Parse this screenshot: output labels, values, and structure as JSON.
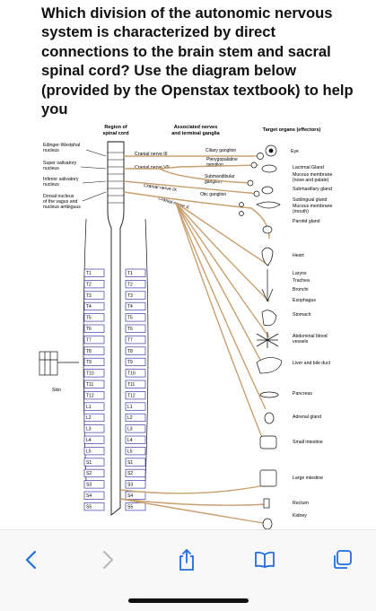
{
  "question": {
    "text": "Which division of the autonomic nervous system is characterized by direct connections to the brain stem and sacral spinal cord? Use the diagram below (provided by the Openstax textbook) to help you"
  },
  "diagram": {
    "headers": {
      "region": [
        "Region of",
        "spinal cord"
      ],
      "nerves": [
        "Associated nerves",
        "and terminal ganglia"
      ],
      "targets": "Target organs (effectors)"
    },
    "nuclei": {
      "edinger": [
        "Edinger-Westphal",
        "nucleus"
      ],
      "superior_salivatory": [
        "Super salivatory",
        "nucleus"
      ],
      "inferior_salivatory": [
        "Inferior salivatory",
        "nucleus"
      ],
      "dorsal": [
        "Dorsal nucleus",
        "of the vagus and",
        "nucleus ambiguus"
      ],
      "skin": "Skin"
    },
    "nerves": {
      "cn3": "Cranial nerve III",
      "cn7": "Cranial nerve VII",
      "cn9": "Cranial nerve IX",
      "cn10": "Cranial nerve X"
    },
    "ganglia": {
      "ciliary": "Ciliary ganglion",
      "pterygopalatine": [
        "Pterygopalatine",
        "ganglion"
      ],
      "submandibular": [
        "Submandibular",
        "ganglion"
      ],
      "otic": "Otic ganglion"
    },
    "targets": {
      "eye": "Eye",
      "lacrimal": "Lacrimal Gland",
      "mucous_nose": [
        "Mucous membrane",
        "(nose and palate)"
      ],
      "submaxillary": "Submaxillary gland",
      "sublingual": "Sublingual gland",
      "mucous_mouth": [
        "Mucous membrane",
        "(mouth)"
      ],
      "parotid": "Parotid gland",
      "heart": "Heart",
      "larynx": "Larynx",
      "trachea": "Trachea",
      "bronchi": "Bronchi",
      "esophagus": "Esophagus",
      "stomach": "Stomach",
      "abdominal": [
        "Abdominal blood",
        "vessels"
      ],
      "liver": "Liver and bile duct",
      "pancreas": "Pancreas",
      "adrenal": "Adrenal gland",
      "small_intestine": "Small intestine",
      "large_intestine": "Large intestine",
      "rectum": "Rectum",
      "kidney": "Kidney"
    },
    "segments_left": [
      "T1",
      "T2",
      "T3",
      "T4",
      "T5",
      "T6",
      "T7",
      "T8",
      "T9",
      "T10",
      "T11",
      "T12",
      "L1",
      "L2",
      "L3",
      "L4",
      "L5",
      "S1",
      "S2",
      "S3",
      "S4",
      "S5"
    ],
    "segments_right": [
      "T1",
      "T2",
      "T3",
      "T4",
      "T5",
      "T6",
      "T7",
      "T8",
      "T9",
      "T10",
      "T11",
      "T12",
      "L1",
      "L2",
      "L3",
      "L4",
      "L5",
      "S1",
      "S2",
      "S3",
      "S4",
      "S5"
    ],
    "colors": {
      "nerve": "#c8a06e",
      "box": "#3a3aa8",
      "cord": "#111111"
    }
  },
  "toolbar": {
    "back_icon": "chevron-left-icon",
    "forward_icon": "chevron-right-icon",
    "share_icon": "share-icon",
    "bookmarks_icon": "book-icon",
    "tabs_icon": "tabs-icon"
  }
}
